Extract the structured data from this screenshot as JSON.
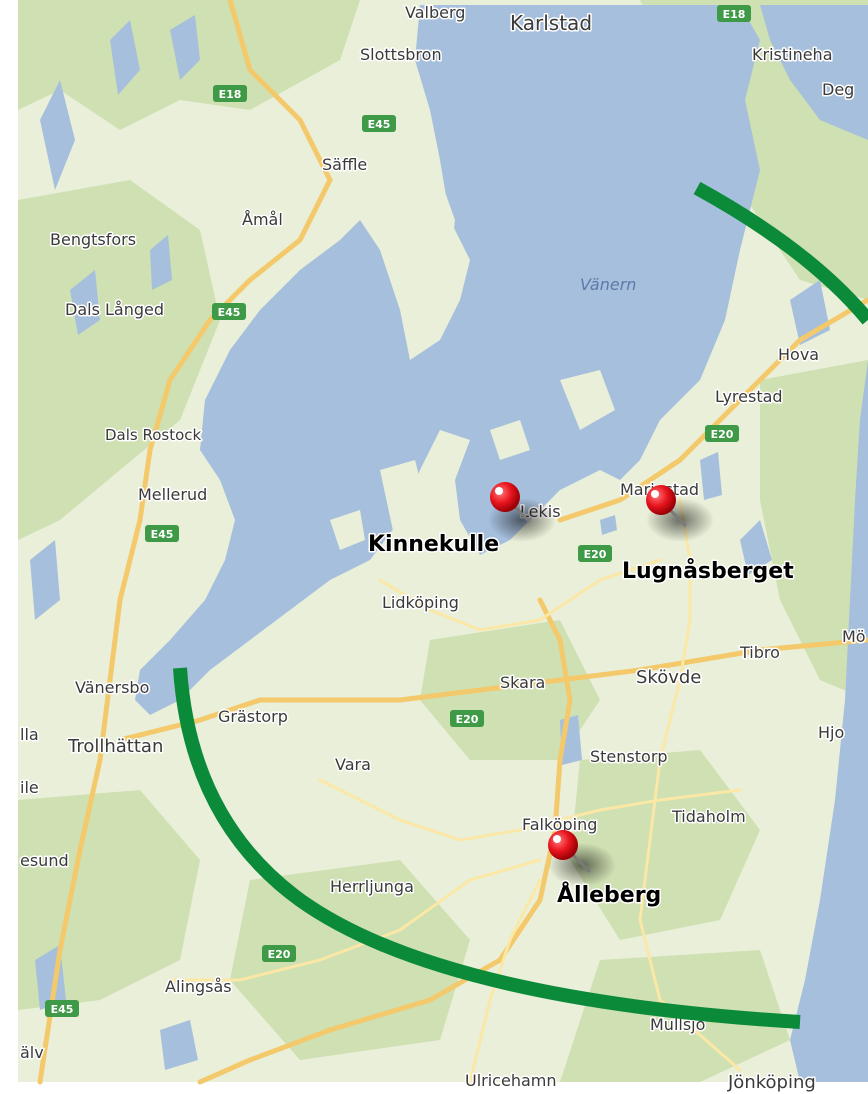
{
  "lake": {
    "name": "Vänern"
  },
  "places": [
    "Valberg",
    "Karlstad",
    "Slottsbron",
    "Kristineha",
    "Deg",
    "Säffle",
    "Åmål",
    "Bengtsfors",
    "Dals Långed",
    "Hova",
    "Lyrestad",
    "Dals Rostock",
    "Mellerud",
    "Mariestad",
    "Lidköping",
    "Vänersbo",
    "Trollhättan",
    "Grästorp",
    "Skara",
    "Skövde",
    "Tibro",
    "Mö",
    "Hjo",
    "Vara",
    "Stenstorp",
    "Falköping",
    "Tidaholm",
    "Herrljunga",
    "Alingsås",
    "Mullsjö",
    "Ulricehamn",
    "Jönköping",
    "lla",
    "ile",
    "esund",
    "älv",
    "Lekis"
  ],
  "roads": [
    "E18",
    "E18",
    "E45",
    "E45",
    "E45",
    "E20",
    "E20",
    "E20",
    "E20",
    "E45"
  ],
  "pins": [
    {
      "label": "Kinnekulle"
    },
    {
      "label": "Lugnåsberget"
    },
    {
      "label": "Ålleberg"
    }
  ],
  "colors": {
    "water": "#a6bfdd",
    "land": "#e9efd8",
    "forest": "#cfe0b2",
    "arc": "#0b8a3a",
    "pin": "#e8141e"
  }
}
